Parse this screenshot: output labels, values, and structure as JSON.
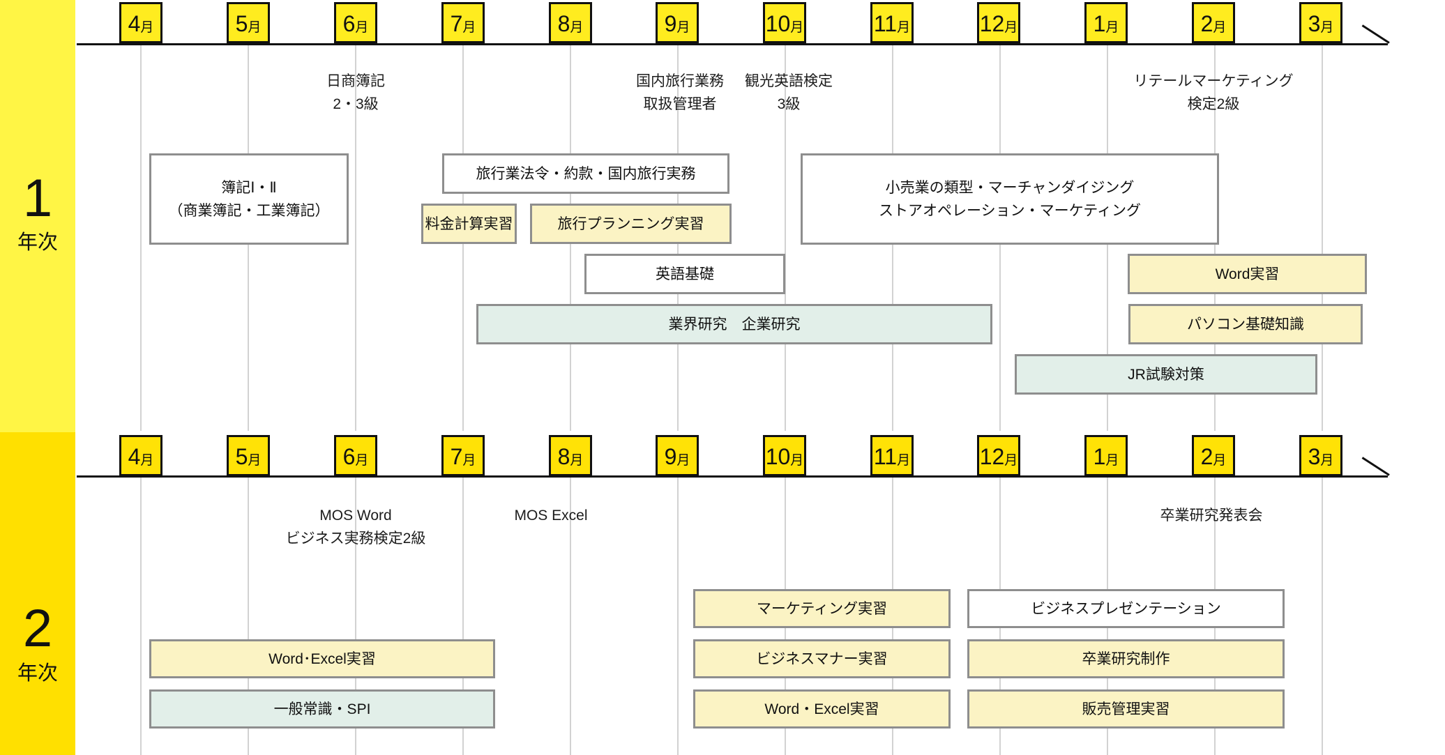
{
  "colors": {
    "y1_sidebar": "#fff545",
    "y2_sidebar": "#ffe000",
    "y1_month_chip": "#ffec1f",
    "y2_month_chip": "#ffe206",
    "course_yellow": "#fbf3c4",
    "course_teal": "#e2efe9",
    "course_white": "#ffffff",
    "box_border": "#8e8e8e",
    "timeline_black": "#111111",
    "gridline": "#d2d2d2",
    "text": "#1c1c1c"
  },
  "months": [
    {
      "n": "4",
      "u": "月"
    },
    {
      "n": "5",
      "u": "月"
    },
    {
      "n": "6",
      "u": "月"
    },
    {
      "n": "7",
      "u": "月"
    },
    {
      "n": "8",
      "u": "月"
    },
    {
      "n": "9",
      "u": "月"
    },
    {
      "n": "10",
      "u": "月"
    },
    {
      "n": "11",
      "u": "月"
    },
    {
      "n": "12",
      "u": "月"
    },
    {
      "n": "1",
      "u": "月"
    },
    {
      "n": "2",
      "u": "月"
    },
    {
      "n": "3",
      "u": "月"
    }
  ],
  "year1": {
    "number": "1",
    "suffix": "年次",
    "annotations": [
      {
        "id": "nissho-boki",
        "text": "日商簿記\n2・3級"
      },
      {
        "id": "kokunai-ryoko",
        "text": "国内旅行業務\n取扱管理者"
      },
      {
        "id": "kanko-eigo",
        "text": "観光英語検定\n3級"
      },
      {
        "id": "retail-marketing",
        "text": "リテールマーケティング\n検定2級"
      }
    ],
    "courses": [
      {
        "id": "boki",
        "label": "簿記Ⅰ・Ⅱ\n（商業簿記・工業簿記）",
        "type": "white"
      },
      {
        "id": "ryoko-horei",
        "label": "旅行業法令・約款・国内旅行実務",
        "type": "white"
      },
      {
        "id": "ryokin-keisan",
        "label": "料金計算実習",
        "type": "yellow"
      },
      {
        "id": "ryoko-planning",
        "label": "旅行プランニング実習",
        "type": "yellow"
      },
      {
        "id": "eigo-kiso",
        "label": "英語基礎",
        "type": "white"
      },
      {
        "id": "gyokai-kenkyu",
        "label": "業界研究　企業研究",
        "type": "teal"
      },
      {
        "id": "kourigyo",
        "label": "小売業の類型・マーチャンダイジング\nストアオペレーション・マーケティング",
        "type": "white"
      },
      {
        "id": "word-jisshu",
        "label": "Word実習",
        "type": "yellow"
      },
      {
        "id": "pasokon-kiso",
        "label": "パソコン基礎知識",
        "type": "yellow"
      },
      {
        "id": "jr-shiken",
        "label": "JR試験対策",
        "type": "teal"
      }
    ]
  },
  "year2": {
    "number": "2",
    "suffix": "年次",
    "annotations": [
      {
        "id": "mos-word",
        "text": "MOS Word\nビジネス実務検定2級"
      },
      {
        "id": "mos-excel",
        "text": "MOS Excel"
      },
      {
        "id": "sotsugyo-happyokai",
        "text": "卒業研究発表会"
      }
    ],
    "courses": [
      {
        "id": "word-excel-left",
        "label": "Word･Excel実習",
        "type": "yellow"
      },
      {
        "id": "ippan-joshiki-spi",
        "label": "一般常識・SPI",
        "type": "teal"
      },
      {
        "id": "marketing-jisshu",
        "label": "マーケティング実習",
        "type": "yellow"
      },
      {
        "id": "business-presentation",
        "label": "ビジネスプレゼンテーション",
        "type": "white"
      },
      {
        "id": "business-manner",
        "label": "ビジネスマナー実習",
        "type": "yellow"
      },
      {
        "id": "sotsugyo-seisaku",
        "label": "卒業研究制作",
        "type": "yellow"
      },
      {
        "id": "word-excel-right",
        "label": "Word・Excel実習",
        "type": "yellow"
      },
      {
        "id": "hanbai-kanri",
        "label": "販売管理実習",
        "type": "yellow"
      }
    ]
  }
}
